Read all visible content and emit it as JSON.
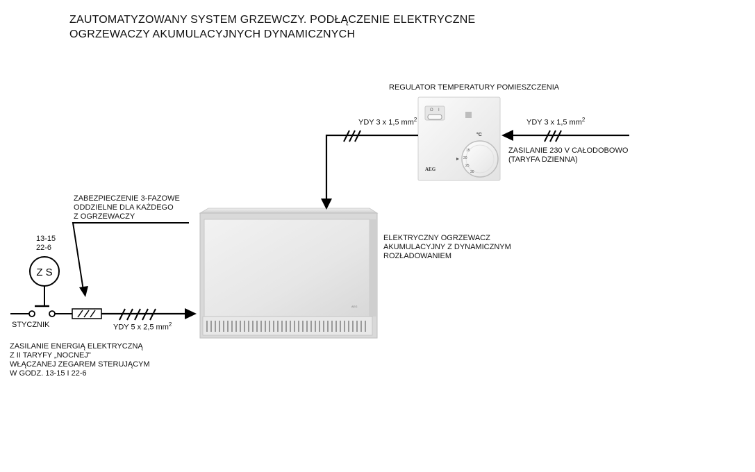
{
  "title": {
    "line1": "ZAUTOMATYZOWANY SYSTEM GRZEWCZY. PODŁĄCZENIE ELEKTRYCZNE",
    "line2": "OGRZEWACZY AKUMULACYJNYCH DYNAMICZNYCH"
  },
  "regulator": {
    "label": "REGULATOR TEMPERATURY POMIESZCZENIA",
    "brand": "AEG",
    "unit": "°C",
    "dial_ticks": [
      "15",
      "20",
      "25",
      "30"
    ]
  },
  "cables": {
    "to_heater": {
      "text": "YDY 3 x 1,5 mm",
      "sup": "2"
    },
    "supply_day": {
      "text": "YDY 3 x 1,5 mm",
      "sup": "2"
    },
    "supply_night": {
      "text": "YDY 5 x 2,5 mm",
      "sup": "2"
    }
  },
  "supply_day_label": {
    "line1": "ZASILANIE 230 V CAŁODOBOWO",
    "line2": "(TARYFA DZIENNA)"
  },
  "protection_label": {
    "line1": "ZABEZPIECZENIE 3-FAZOWE",
    "line2": "ODDZIELNE DLA KAŻDEGO",
    "line3": "Z OGRZEWACZY"
  },
  "heater_label": {
    "line1": "ELEKTRYCZNY OGRZEWACZ",
    "line2": "AKUMULACYJNY Z DYNAMICZNYM",
    "line3": "ROZŁADOWANIEM"
  },
  "timer": {
    "time1": "13-15",
    "time2": "22-6",
    "symbol": "Z S"
  },
  "contactor_label": "STYCZNIK",
  "night_supply_label": {
    "line1": "ZASILANIE ENERGIĄ ELEKTRYCZNĄ",
    "line2": "Z II TARYFY „NOCNEJ\"",
    "line3": "WŁĄCZANEJ ZEGAREM STERUJĄCYM",
    "line4": "W GODZ. 13-15 I 22-6"
  },
  "heater_brand": "AEG"
}
